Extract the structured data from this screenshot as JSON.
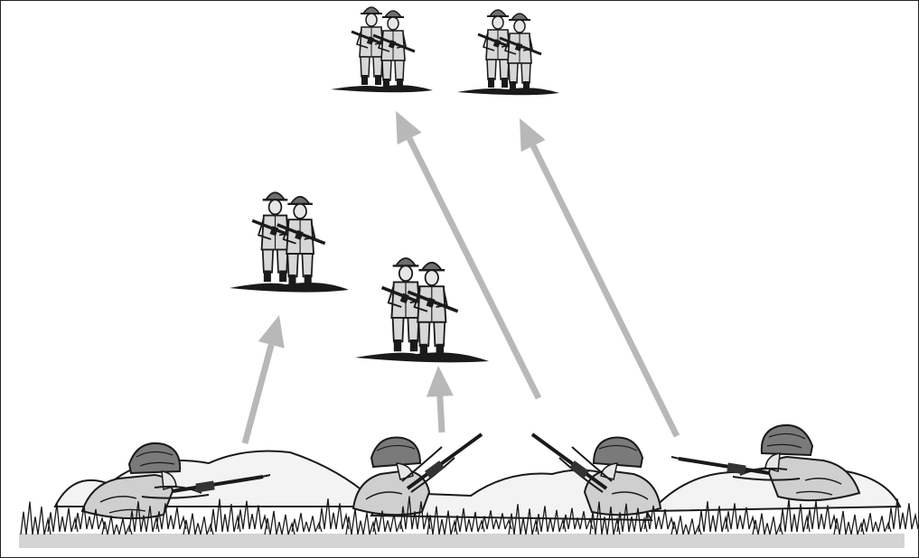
{
  "figure": {
    "description_text": "",
    "colors": {
      "arrow": "#b8b8b8",
      "ink": "#1a1a1a",
      "skin": "#e2e2e2",
      "ground": "#d4d4d4",
      "uniform": "#cfcfcf",
      "helmet": "#7a7a7a"
    },
    "target_groups": [
      {
        "id": "far-left"
      },
      {
        "id": "far-right"
      },
      {
        "id": "mid-left"
      },
      {
        "id": "mid-center"
      }
    ],
    "shooters": [
      {
        "id": "shooter-1",
        "posture": "prone"
      },
      {
        "id": "shooter-2",
        "posture": "prone-aiming-up"
      },
      {
        "id": "shooter-3",
        "posture": "prone-aiming-up"
      },
      {
        "id": "shooter-4",
        "posture": "prone"
      }
    ],
    "arrows": [
      {
        "from": "shooter-1",
        "to": "mid-left"
      },
      {
        "from": "shooter-2",
        "to": "mid-center"
      },
      {
        "from": "shooter-3",
        "to": "far-left"
      },
      {
        "from": "shooter-4",
        "to": "far-right"
      }
    ]
  }
}
